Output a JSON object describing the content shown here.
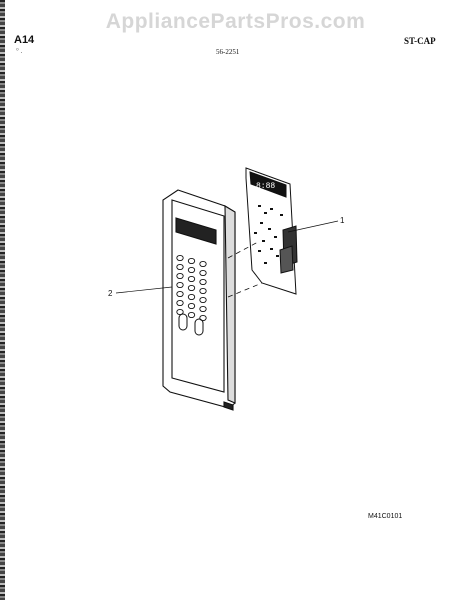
{
  "watermark": "AppliancePartsPros.com",
  "header": {
    "page_id": "A14",
    "page_id_mark": "° .",
    "model": "56-2251",
    "section": "ST-CAP"
  },
  "callouts": {
    "part1": "1",
    "part2": "2"
  },
  "figure_code": "M41C0101",
  "display_digits": "8:88"
}
